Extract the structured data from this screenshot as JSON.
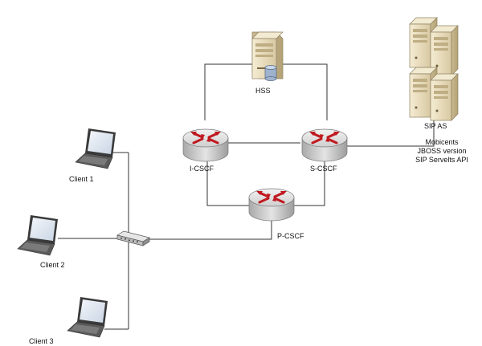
{
  "nodes": {
    "hss": {
      "label": "HSS"
    },
    "icscf": {
      "label": "I-CSCF"
    },
    "scscf": {
      "label": "S-CSCF"
    },
    "pcscf": {
      "label": "P-CSCF"
    },
    "sip_as": {
      "label": "SIP AS",
      "description": [
        "Mobicents",
        "JBOSS version",
        "SIP Servelts API"
      ]
    },
    "clients": [
      {
        "label": "Client 1"
      },
      {
        "label": "Client 2"
      },
      {
        "label": "Client 3"
      }
    ]
  },
  "colors": {
    "router_body": "#d9d9d9",
    "router_arrows": "#c0191f",
    "server_body": "#efe4c6",
    "link": "#333333",
    "laptop_body": "#3a3a3a",
    "laptop_screen": "#dfe7f2"
  }
}
